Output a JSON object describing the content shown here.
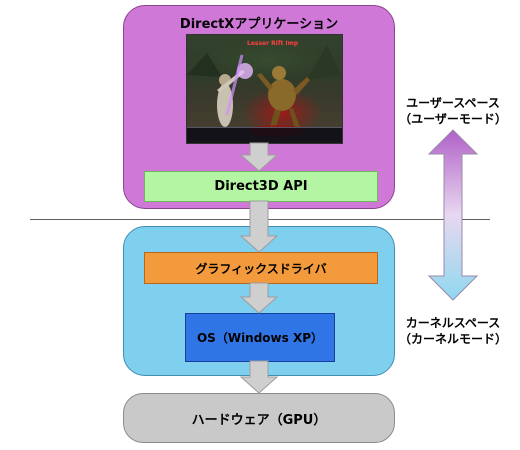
{
  "user_space": {
    "app_title": "DirectXアプリケーション",
    "game_screenshot": {
      "caption": "Lesser Rift Imp"
    },
    "api_label": "Direct3D API"
  },
  "kernel_space": {
    "driver_label": "グラフィックスドライバ",
    "os_label": "OS（Windows XP）"
  },
  "hardware": {
    "label": "ハードウェア（GPU）"
  },
  "side_labels": {
    "user_space": "ユーザースペース",
    "user_mode": "（ユーザーモード）",
    "kernel_space": "カーネルスペース",
    "kernel_mode": "（カーネルモード）"
  },
  "colors": {
    "user_panel": "#cf78d8",
    "api_box": "#b4f5a4",
    "kernel_panel": "#7fd0ef",
    "driver_box": "#f39a3c",
    "os_box": "#2f75e6",
    "hardware_box": "#c9c9c9",
    "flow_arrow": "#cfcfcf",
    "double_arrow_top": "#b060c8",
    "double_arrow_bottom": "#8fd8f0"
  }
}
